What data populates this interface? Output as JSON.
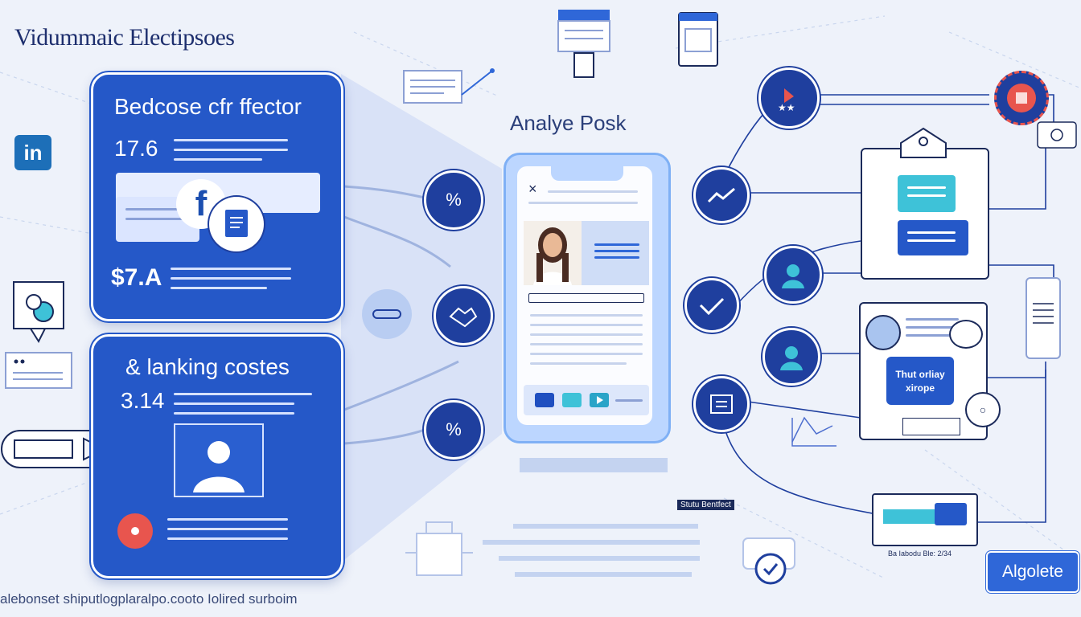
{
  "header": {
    "title": "Vidummaic Electipsoes"
  },
  "left_icon": {
    "label": "in"
  },
  "panel_top": {
    "heading": "Bedcose cfr ffector",
    "value_1": "17.6",
    "value_2": "$7.A"
  },
  "panel_bottom": {
    "heading": "& lanking costes",
    "value_1": "3.14"
  },
  "center": {
    "title": "Analye Posk",
    "close_glyph": "×"
  },
  "right": {
    "card_label": "Thut orliay xirope"
  },
  "tags": {
    "status_tag": "Stutu Bentfect",
    "small_caption": "Ba Iabodu Ble: 2/34"
  },
  "brand": {
    "label": "Algolete"
  },
  "footer": {
    "text": "alebonset shiputlogplaralpo.cooto Iolired surboim"
  },
  "colors": {
    "panel_blue": "#2558c8",
    "dark_navy": "#1f3f9e",
    "accent_cyan": "#3ec2d8",
    "accent_red": "#e8554e"
  }
}
